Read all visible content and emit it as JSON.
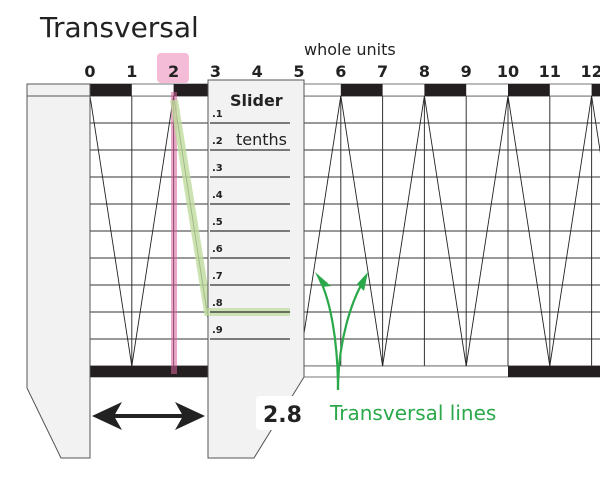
{
  "title": "Transversal",
  "units_label": "whole units",
  "whole_numbers": [
    "0",
    "1",
    "2",
    "3",
    "4",
    "5",
    "6",
    "7",
    "8",
    "9",
    "10",
    "11",
    "12"
  ],
  "highlighted_number": "2",
  "slider": {
    "label": "Slider",
    "tenths_label": "tenths",
    "ticks": [
      ".1",
      ".2",
      ".3",
      ".4",
      ".5",
      ".6",
      ".7",
      ".8",
      ".9"
    ],
    "highlighted_tick": ".8"
  },
  "reading": "2.8",
  "annotation": "Transversal lines",
  "colors": {
    "pink_highlight": "#e8a6c6",
    "green_highlight": "#c5e0a5",
    "annotation_green": "#2aa84a",
    "bar_black": "#231f20",
    "body_gray": "#f2f2f2"
  }
}
